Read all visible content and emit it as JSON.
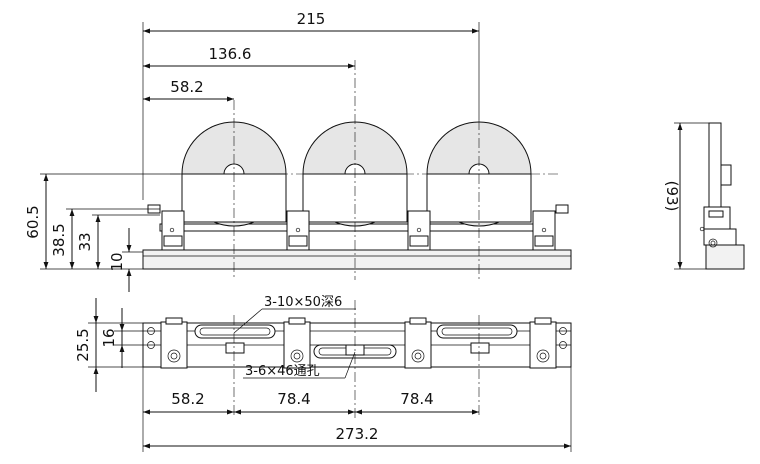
{
  "dimensions": {
    "total_width": "215",
    "center_2": "136.6",
    "center_1": "58.2",
    "height_overall": "60.5",
    "height_axis": "38.5",
    "height_mid": "33",
    "height_base": "10",
    "side_height": "(93)",
    "plan_width": "25.5",
    "plan_inner": "16",
    "bottom_left": "58.2",
    "bottom_pitch_1": "78.4",
    "bottom_pitch_2": "78.4",
    "bottom_total": "273.2"
  },
  "notes": {
    "slot_blind": "3-10×50深6",
    "slot_through": "3-6×46通孔"
  }
}
